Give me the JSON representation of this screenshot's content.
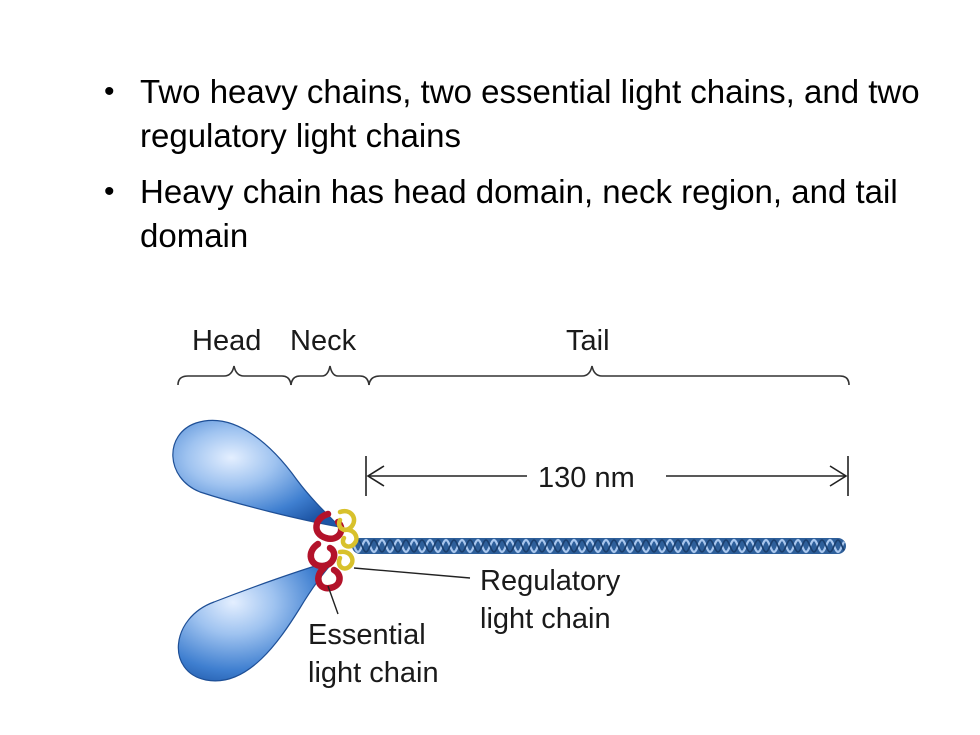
{
  "bullets": [
    "Two heavy chains, two essential light chains, and two regulatory light chains",
    "Heavy chain has head domain, neck region, and tail domain"
  ],
  "diagram": {
    "labels": {
      "head": "Head",
      "neck": "Neck",
      "tail": "Tail",
      "length": "130 nm",
      "regulatory_line1": "Regulatory",
      "regulatory_line2": "light chain",
      "essential_line1": "Essential",
      "essential_line2": "light chain"
    },
    "colors": {
      "head_fill": "#3f7fd0",
      "tail": "#2e5f9a",
      "essential_chain": "#b3122a",
      "regulatory_chain": "#d8c12c",
      "bracket": "#333333"
    }
  }
}
